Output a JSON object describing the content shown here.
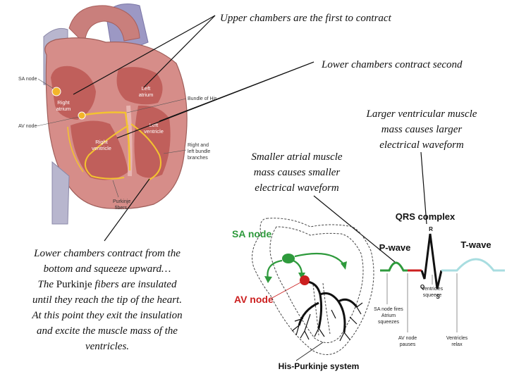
{
  "heart": {
    "labels": {
      "sa_node": "SA node",
      "av_node": "AV node",
      "right_atrium": [
        "Right",
        "atrium"
      ],
      "left_atrium": [
        "Left",
        "atrium"
      ],
      "right_ventricle": [
        "Right",
        "ventricle"
      ],
      "left_ventricle": [
        "Left",
        "ventricle"
      ],
      "bundle_of_his": "Bundle of His",
      "bundle_branches": [
        "Right and",
        "left bundle",
        "branches"
      ],
      "purkinje_fibers": [
        "Purkinje",
        "fibers"
      ]
    }
  },
  "captions": {
    "upper": "Upper chambers are the first to contract",
    "lower_second": "Lower chambers contract second",
    "larger": [
      "Larger ventricular muscle",
      "mass causes larger",
      "electrical waveform"
    ],
    "smaller": [
      "Smaller atrial muscle",
      "mass causes smaller",
      "electrical waveform"
    ],
    "bottom": {
      "line1": "Lower chambers contract from the",
      "line2": "bottom and squeeze upward…",
      "line3_pre": "The ",
      "line3_word": "Purkinje",
      "line3_post": " fibers are insulated",
      "line4": "until they reach the tip of the heart.",
      "line5": "At this point they exit the insulation",
      "line6": "and excite the muscle mass of the",
      "line7": "ventricles."
    }
  },
  "conduction": {
    "sa_node": "SA node",
    "av_node": "AV node",
    "system": "His-Purkinje system"
  },
  "ecg": {
    "qrs_complex": "QRS complex",
    "p_wave": "P-wave",
    "t_wave": "T-wave",
    "r": "R",
    "q": "Q",
    "s": "S",
    "notes": {
      "sa_fires": [
        "SA node fires",
        "Atrium",
        "squeezes"
      ],
      "av_pauses": [
        "AV node",
        "pauses"
      ],
      "ventricles_squeeze": [
        "Ventricles",
        "squeeze"
      ],
      "ventricles_relax": [
        "Ventricles",
        "relax"
      ]
    }
  },
  "colors": {
    "green": "#2e9a3c",
    "red": "#cc1f1f",
    "teal": "#a8dde0",
    "heart": "#c67b78",
    "yellow": "#f3c330"
  }
}
